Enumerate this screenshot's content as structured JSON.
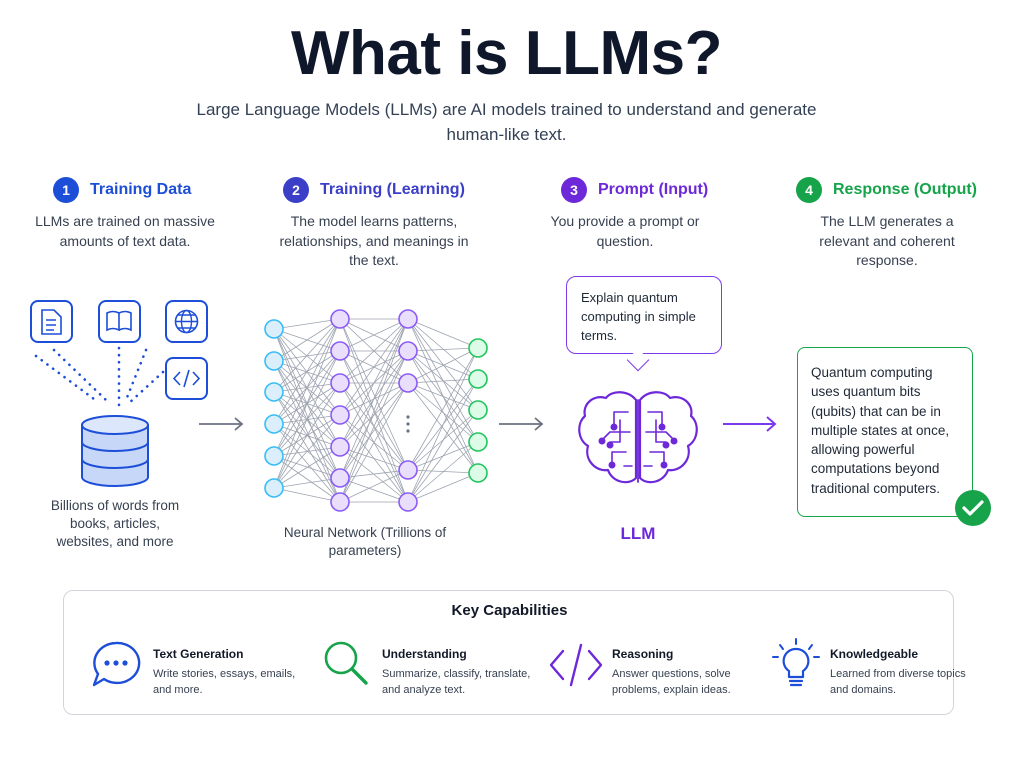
{
  "title": "What is LLMs?",
  "subtitle": "Large Language Models (LLMs) are AI models trained to understand and generate human-like text.",
  "steps": [
    {
      "number": "1",
      "title": "Training Data",
      "color": "#1d4ed8",
      "description": "LLMs are trained on massive amounts of text data."
    },
    {
      "number": "2",
      "title": "Training (Learning)",
      "color": "#3b3fc8",
      "description": "The model learns patterns, relationships, and meanings in the text."
    },
    {
      "number": "3",
      "title": "Prompt (Input)",
      "color": "#6d28d9",
      "description": "You provide a prompt or question."
    },
    {
      "number": "4",
      "title": "Response (Output)",
      "color": "#16a34a",
      "description": "The LLM generates a relevant and coherent response."
    }
  ],
  "training_data": {
    "caption": "Billions of words from books, articles, websites, and more",
    "icons": [
      "document-icon",
      "book-icon",
      "globe-icon",
      "code-icon",
      "database-icon"
    ]
  },
  "network": {
    "caption": "Neural Network (Trillions of parameters)"
  },
  "prompt": {
    "text": "Explain quantum computing in simple terms."
  },
  "llm_label": "LLM",
  "response": {
    "text": "Quantum computing uses quantum bits (qubits) that can be in multiple states at once, allowing powerful computations beyond traditional computers."
  },
  "capabilities": {
    "title": "Key Capabilities",
    "items": [
      {
        "name": "Text Generation",
        "description": "Write stories, essays, emails, and more.",
        "icon": "chat-bubble-icon",
        "color": "#1d4ed8"
      },
      {
        "name": "Understanding",
        "description": "Summarize, classify, translate, and analyze text.",
        "icon": "magnifier-icon",
        "color": "#16a34a"
      },
      {
        "name": "Reasoning",
        "description": "Answer questions, solve problems, explain ideas.",
        "icon": "code-brackets-icon",
        "color": "#6d28d9"
      },
      {
        "name": "Knowledgeable",
        "description": "Learned from diverse topics and domains.",
        "icon": "lightbulb-icon",
        "color": "#1d4ed8"
      }
    ]
  }
}
